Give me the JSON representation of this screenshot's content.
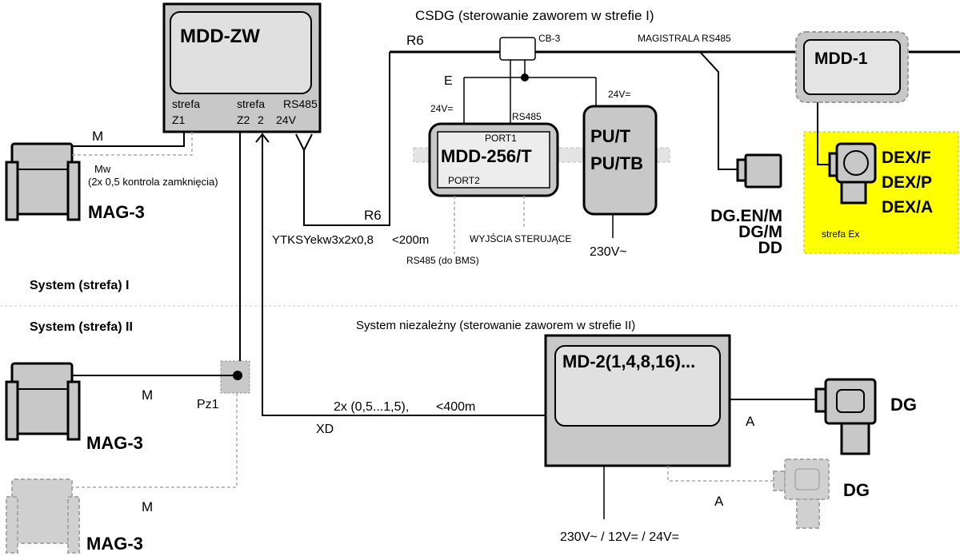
{
  "zone1": {
    "label": "System (strefa) I"
  },
  "zone2": {
    "label": "System (strefa) II"
  },
  "mddzw": {
    "title": "MDD-ZW",
    "strefa1": "strefa",
    "z1": "Z1",
    "strefa2": "strefa",
    "z2": "Z2",
    "two": "2",
    "rs485": "RS485",
    "v24": "24V"
  },
  "mag_top": {
    "name": "MAG-3",
    "wire": "M",
    "mw1": "Mw",
    "mw2": "(2x 0,5 kontrola zamknięcia)"
  },
  "mag_mid": {
    "name": "MAG-3",
    "wire": "M",
    "pz": "Pz1"
  },
  "mag_bot": {
    "name": "MAG-3",
    "wire": "M"
  },
  "csdg": {
    "title": "CSDG (sterowanie zaworem w strefie I)",
    "r6_top": "R6",
    "bus": "MAGISTRALA RS485",
    "cb3": "CB-3",
    "e": "E",
    "v24_left": "24V=",
    "rs485": "RS485",
    "v24_right": "24V=",
    "cable": "YTKSYekw3x2x0,8",
    "cable_len": "<200m",
    "r6_bottom": "R6",
    "rs485_bms": "RS485 (do BMS)",
    "outputs": "WYJŚCIA STERUJĄCE",
    "v230": "230V~"
  },
  "mdd256": {
    "title": "MDD-256/T",
    "port1": "PORT1",
    "port2": "PORT2"
  },
  "put": {
    "line1": "PU/T",
    "line2": "PU/TB"
  },
  "mdd1": {
    "title": "MDD-1"
  },
  "dg_en": {
    "line1": "DG.EN/M",
    "line2": "DG/M",
    "line3": "DD"
  },
  "dex": {
    "line1": "DEX/F",
    "line2": "DEX/P",
    "line3": "DEX/A",
    "zone": "strefa Ex"
  },
  "md2": {
    "system": "System niezależny (sterowanie zaworem w strefie II)",
    "title": "MD-2(1,4,8,16)...",
    "cable": "2x (0,5...1,5),",
    "cable_len": "<400m",
    "xd": "XD",
    "power": "230V~ / 12V= / 24V="
  },
  "dg_right": {
    "name": "DG",
    "wire": "A"
  },
  "dg_ghost": {
    "name": "DG",
    "wire": "A"
  },
  "colors": {
    "device": "#c8c8c8",
    "screen": "#e0e0e0",
    "ex_zone": "#ffff00",
    "ghost": "#a8a8a8"
  }
}
